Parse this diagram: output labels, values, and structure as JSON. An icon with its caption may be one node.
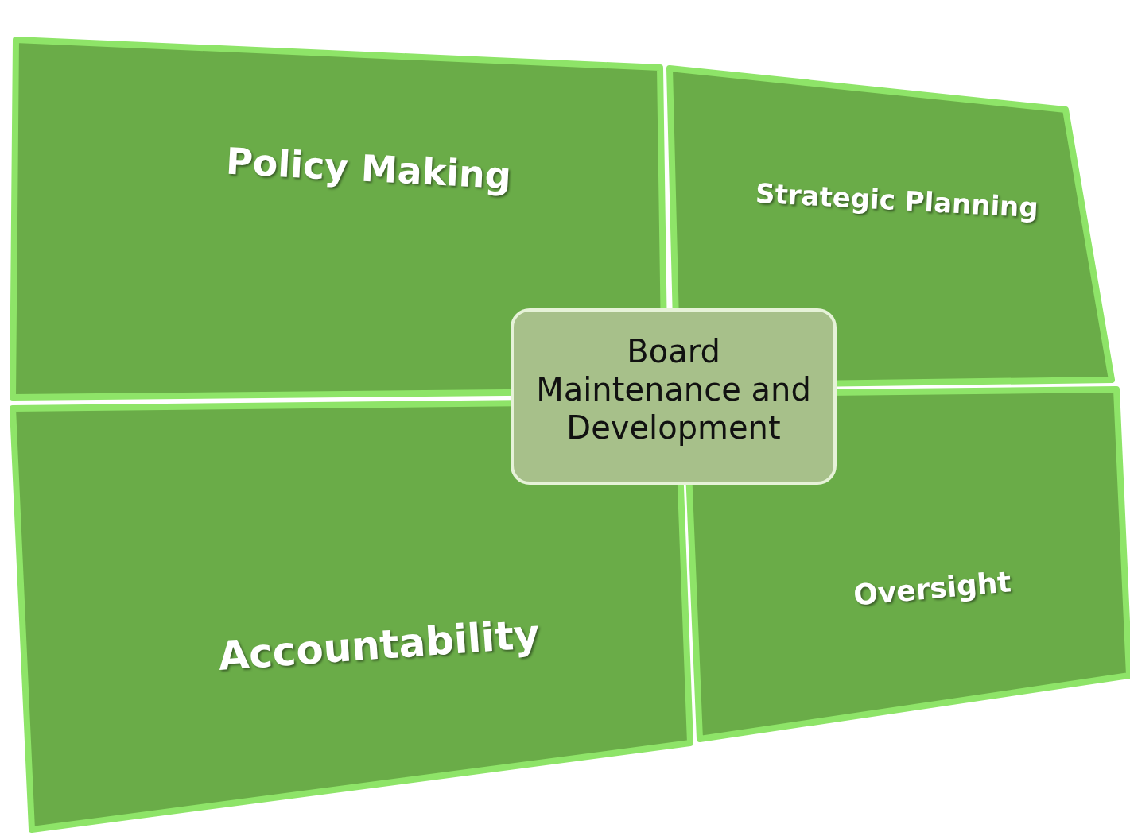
{
  "diagram": {
    "nodes": [
      {
        "text": [
          "Policy Making"
        ]
      },
      {
        "text": [
          "Strategic Planning"
        ]
      },
      {
        "text": [
          "Board Maintenance and Development"
        ]
      },
      {
        "text": [
          "Accountability"
        ]
      },
      {
        "text": [
          "Oversight"
        ]
      }
    ]
  }
}
